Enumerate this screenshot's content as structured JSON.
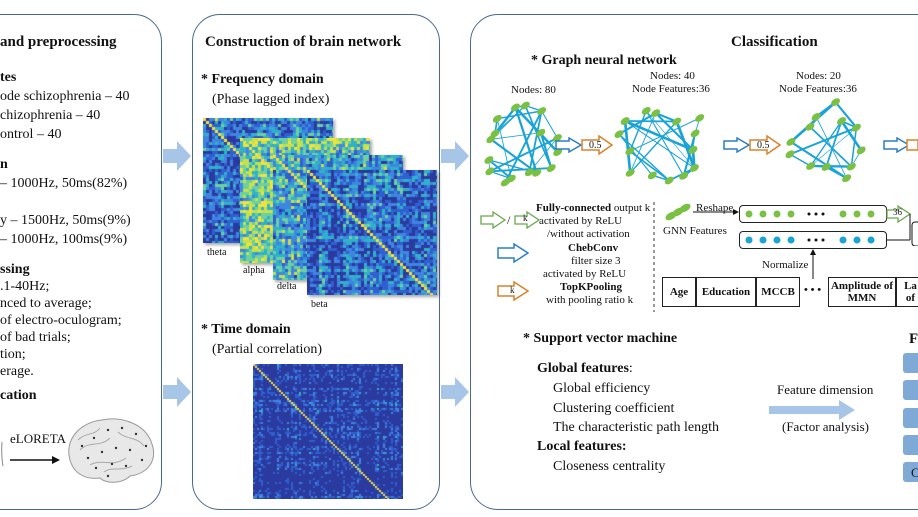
{
  "panel1": {
    "title": "and preprocessing",
    "participants_heading": "tes",
    "participants": [
      "ode schizophrenia – 40",
      "chizophrenia – 40",
      "ontrol – 40"
    ],
    "recording_heading": "n",
    "recording": [
      "– 1000Hz, 50ms(82%)",
      "y – 1500Hz, 50ms(9%)",
      "– 1000Hz, 100ms(9%)"
    ],
    "processing_heading": "ssing",
    "processing": [
      ".1-40Hz;",
      "nced to average;",
      "of electro-oculogram;",
      "of bad trials;",
      "tion;",
      "erage."
    ],
    "localization_heading": "cation",
    "eloreta_label": "eLORETA"
  },
  "panel2": {
    "title": "Construction of brain network",
    "freq_heading": "* Frequency domain",
    "freq_sub": "(Phase lagged index)",
    "bands": [
      "theta",
      "alpha",
      "delta",
      "beta"
    ],
    "time_heading": "* Time domain",
    "time_sub": "(Partial correlation)"
  },
  "panel3": {
    "title": "Classification",
    "gnn_heading": "* Graph neural network",
    "nodes80": "Nodes: 80",
    "nodes40": "Nodes: 40",
    "features40": "Node Features:36",
    "nodes20": "Nodes: 20",
    "features20": "Node Features:36",
    "pool_ratio": "0.5",
    "legend": {
      "fc_bold": "Fully-connected",
      "fc_rest": " output k",
      "fc_line2": "activated by ReLU",
      "fc_line3": "/without activation",
      "cheb_bold": "ChebConv",
      "cheb_line2": "filter size 3",
      "cheb_line3": "activated by ReLU",
      "topk_bold": "TopKPooling",
      "topk_line2": "with pooling ratio k",
      "sym_slash": "/",
      "sym_k": "k"
    },
    "gnn_features_label": "GNN Features",
    "reshape_label": "Reshape",
    "normalize_label": "Normalize",
    "fc_out": "36",
    "table_cells": [
      "Age",
      "Education",
      "MCCB",
      "Amplitude of MMN",
      "La of"
    ],
    "table_dots": "• • •",
    "svm_heading": "* Support vector machine",
    "global_heading": "Global features",
    "global_colon": ":",
    "global_items": [
      "Global efficiency",
      "Clustering coefficient",
      "The characteristic path length"
    ],
    "local_heading": "Local features:",
    "local_items": [
      "Closeness centrality"
    ],
    "feature_dim_label": "Feature dimension",
    "factor_label": "(Factor analysis)",
    "right_header": "F",
    "right_last": "C"
  },
  "colors": {
    "panel_border": "#4a6a8c",
    "flow_arrow": "#a7c5e6",
    "node_green": "#7ac143",
    "edge_blue": "#1aa3d8",
    "pool_orange": "#d9822b",
    "conv_blue": "#2a7fc4",
    "fc_green": "#6aa84f",
    "dot_cyan": "#1aa3d8"
  }
}
